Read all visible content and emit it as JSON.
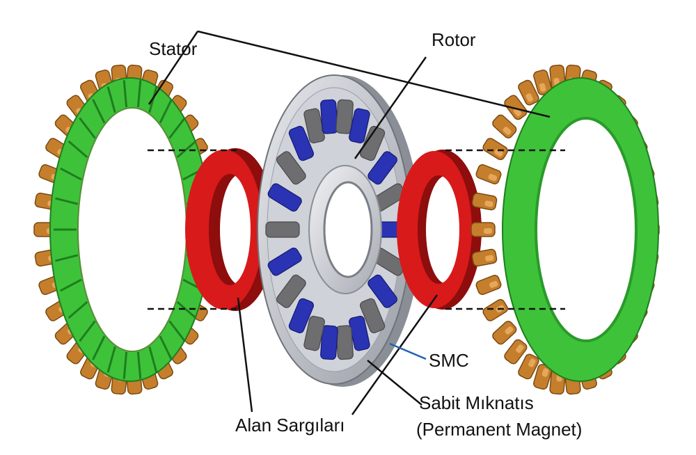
{
  "labels": {
    "stator": "Stator",
    "rotor": "Rotor",
    "smc": "SMC",
    "field_windings": "Alan Sargıları",
    "permanent_magnet_tr": "Sabit Mıknatıs",
    "permanent_magnet_en": "(Permanent Magnet)"
  },
  "colors": {
    "copper": "#c57f2c",
    "copper_light": "#e6a75a",
    "copper_dark": "#7a4a12",
    "stator_green": "#3ec23a",
    "stator_green_dark": "#1f7d1f",
    "field_red": "#d81a1a",
    "field_red_dark": "#8e0d0d",
    "rotor_gray": "#c9ccd2",
    "rotor_gray_dark": "#8a8e96",
    "magnet_blue": "#2a33b4",
    "smc_gray": "#6e6e70",
    "smc_line": "#1f63b0"
  }
}
